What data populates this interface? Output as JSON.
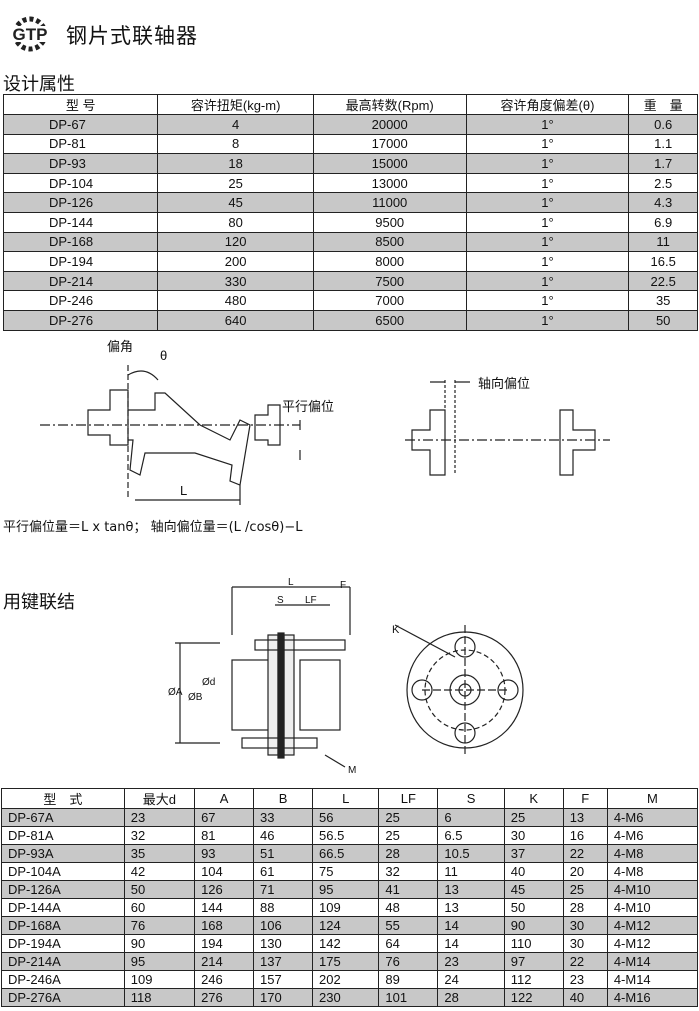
{
  "header": {
    "logo_text": "GTP",
    "title": "钢片式联轴器"
  },
  "design": {
    "section_title": "设计属性",
    "columns": [
      "型 号",
      "容许扭矩(kg-m)",
      "最高转数(Rpm)",
      "容许角度偏差(θ)",
      "重　量"
    ],
    "rows": [
      [
        "DP-67",
        "4",
        "20000",
        "1°",
        "0.6"
      ],
      [
        "DP-81",
        "8",
        "17000",
        "1°",
        "1.1"
      ],
      [
        "DP-93",
        "18",
        "15000",
        "1°",
        "1.7"
      ],
      [
        "DP-104",
        "25",
        "13000",
        "1°",
        "2.5"
      ],
      [
        "DP-126",
        "45",
        "11000",
        "1°",
        "4.3"
      ],
      [
        "DP-144",
        "80",
        "9500",
        "1°",
        "6.9"
      ],
      [
        "DP-168",
        "120",
        "8500",
        "1°",
        "11"
      ],
      [
        "DP-194",
        "200",
        "8000",
        "1°",
        "16.5"
      ],
      [
        "DP-214",
        "330",
        "7500",
        "1°",
        "22.5"
      ],
      [
        "DP-246",
        "480",
        "7000",
        "1°",
        "35"
      ],
      [
        "DP-276",
        "640",
        "6500",
        "1°",
        "50"
      ]
    ]
  },
  "diagram1": {
    "angle_label": "偏角",
    "theta": "θ",
    "parallel_label": "平行偏位",
    "length_label": "L",
    "axial_label": "轴向偏位",
    "formula": "平行偏位量＝L x tanθ； 轴向偏位量＝(L /cosθ)−L"
  },
  "keyed": {
    "section_title": "用键联结",
    "labels": {
      "L": "L",
      "F": "F",
      "S": "S",
      "LF": "LF",
      "A": "ØA",
      "B": "ØB",
      "d": "Ød",
      "K": "K",
      "M": "M"
    },
    "columns": [
      "型　式",
      "最大d",
      "A",
      "B",
      "L",
      "LF",
      "S",
      "K",
      "F",
      "M"
    ],
    "rows": [
      [
        "DP-67A",
        "23",
        "67",
        "33",
        "56",
        "25",
        "6",
        "25",
        "13",
        "4-M6"
      ],
      [
        "DP-81A",
        "32",
        "81",
        "46",
        "56.5",
        "25",
        "6.5",
        "30",
        "16",
        "4-M6"
      ],
      [
        "DP-93A",
        "35",
        "93",
        "51",
        "66.5",
        "28",
        "10.5",
        "37",
        "22",
        "4-M8"
      ],
      [
        "DP-104A",
        "42",
        "104",
        "61",
        "75",
        "32",
        "11",
        "40",
        "20",
        "4-M8"
      ],
      [
        "DP-126A",
        "50",
        "126",
        "71",
        "95",
        "41",
        "13",
        "45",
        "25",
        "4-M10"
      ],
      [
        "DP-144A",
        "60",
        "144",
        "88",
        "109",
        "48",
        "13",
        "50",
        "28",
        "4-M10"
      ],
      [
        "DP-168A",
        "76",
        "168",
        "106",
        "124",
        "55",
        "14",
        "90",
        "30",
        "4-M12"
      ],
      [
        "DP-194A",
        "90",
        "194",
        "130",
        "142",
        "64",
        "14",
        "110",
        "30",
        "4-M12"
      ],
      [
        "DP-214A",
        "95",
        "214",
        "137",
        "175",
        "76",
        "23",
        "97",
        "22",
        "4-M14"
      ],
      [
        "DP-246A",
        "109",
        "246",
        "157",
        "202",
        "89",
        "24",
        "112",
        "23",
        "4-M14"
      ],
      [
        "DP-276A",
        "118",
        "276",
        "170",
        "230",
        "101",
        "28",
        "122",
        "40",
        "4-M16"
      ]
    ]
  }
}
